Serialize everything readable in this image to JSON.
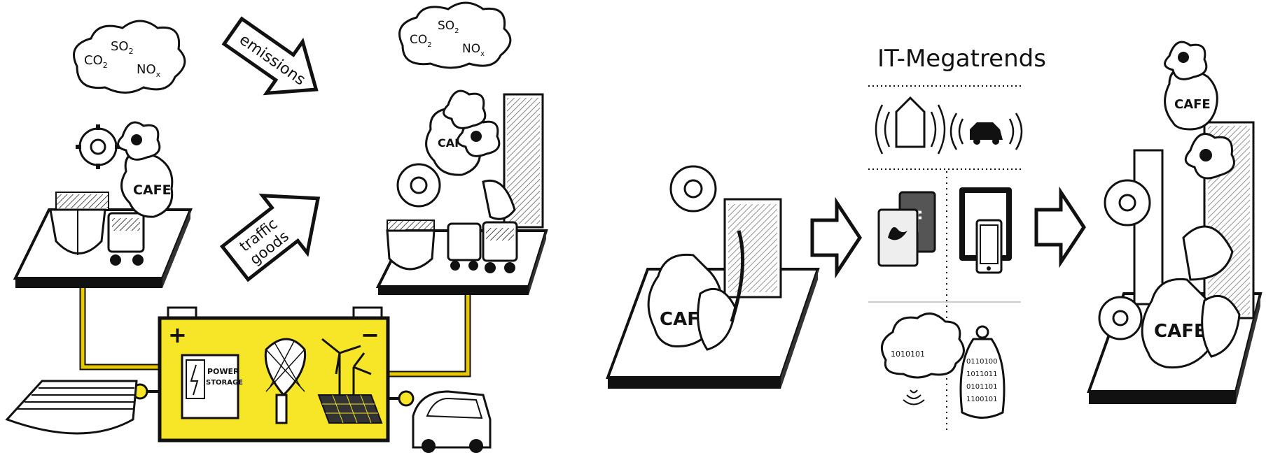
{
  "left_panel": {
    "cloud_left": {
      "co2": "CO",
      "co2_sub": "2",
      "so2": "SO",
      "so2_sub": "2",
      "nox": "NO",
      "nox_sub": "x"
    },
    "cloud_right": {
      "co2": "CO",
      "co2_sub": "2",
      "so2": "SO",
      "so2_sub": "2",
      "nox": "NO",
      "nox_sub": "x"
    },
    "arrow_top_label": "emissions",
    "arrow_bottom_label_1": "traffic",
    "arrow_bottom_label_2": "goods",
    "bag_label_left": "CAFE",
    "bag_label_right": "CAFE",
    "battery": {
      "plus": "+",
      "minus": "−",
      "power_storage_1": "POWER",
      "power_storage_2": "STORAGE"
    }
  },
  "right_panel": {
    "title": "IT-Megatrends",
    "bag_label_left": "CAFE",
    "bag_label_right_top": "CAFE",
    "bag_label_right_bottom": "CAFE",
    "cloud_binary": "1010101",
    "tag_binary_1": "0110100",
    "tag_binary_2": "1011011",
    "tag_binary_3": "0101101",
    "tag_binary_4": "1100101"
  },
  "colors": {
    "battery": "#f7e628",
    "ink": "#111111",
    "wire": "#e8c800"
  }
}
